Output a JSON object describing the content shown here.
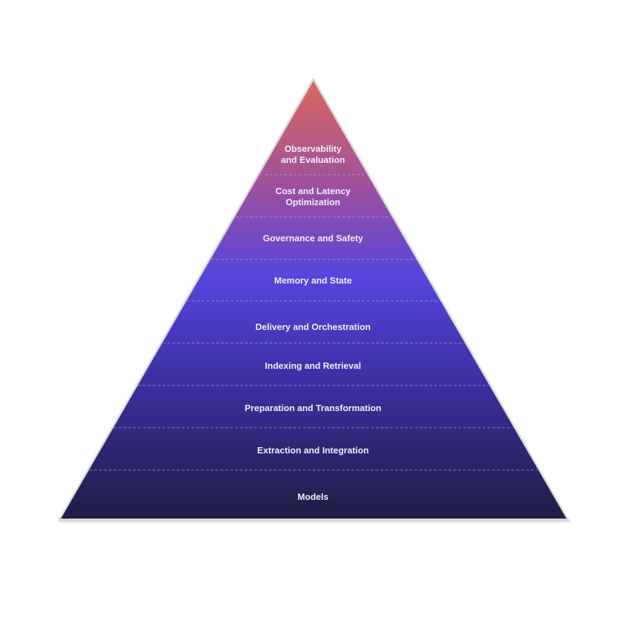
{
  "diagram": {
    "type": "pyramid",
    "colors": {
      "top": "#d9685e",
      "upper": "#9b4fa0",
      "middle": "#5545dd",
      "lower": "#3a2f9e",
      "bottom": "#1f1d45",
      "border": "#d8d8d8",
      "divider": "#a9a4d8",
      "text": "#f1efff"
    },
    "layers": [
      {
        "lines": [
          "Observability",
          "and Evaluation"
        ]
      },
      {
        "lines": [
          "Cost and Latency",
          "Optimization"
        ]
      },
      {
        "lines": [
          "Governance and Safety"
        ]
      },
      {
        "lines": [
          "Memory and State"
        ]
      },
      {
        "lines": [
          "Delivery and Orchestration"
        ]
      },
      {
        "lines": [
          "Indexing and Retrieval"
        ]
      },
      {
        "lines": [
          "Preparation and Transformation"
        ]
      },
      {
        "lines": [
          "Extraction and Integration"
        ]
      },
      {
        "lines": [
          "Models"
        ]
      }
    ]
  }
}
